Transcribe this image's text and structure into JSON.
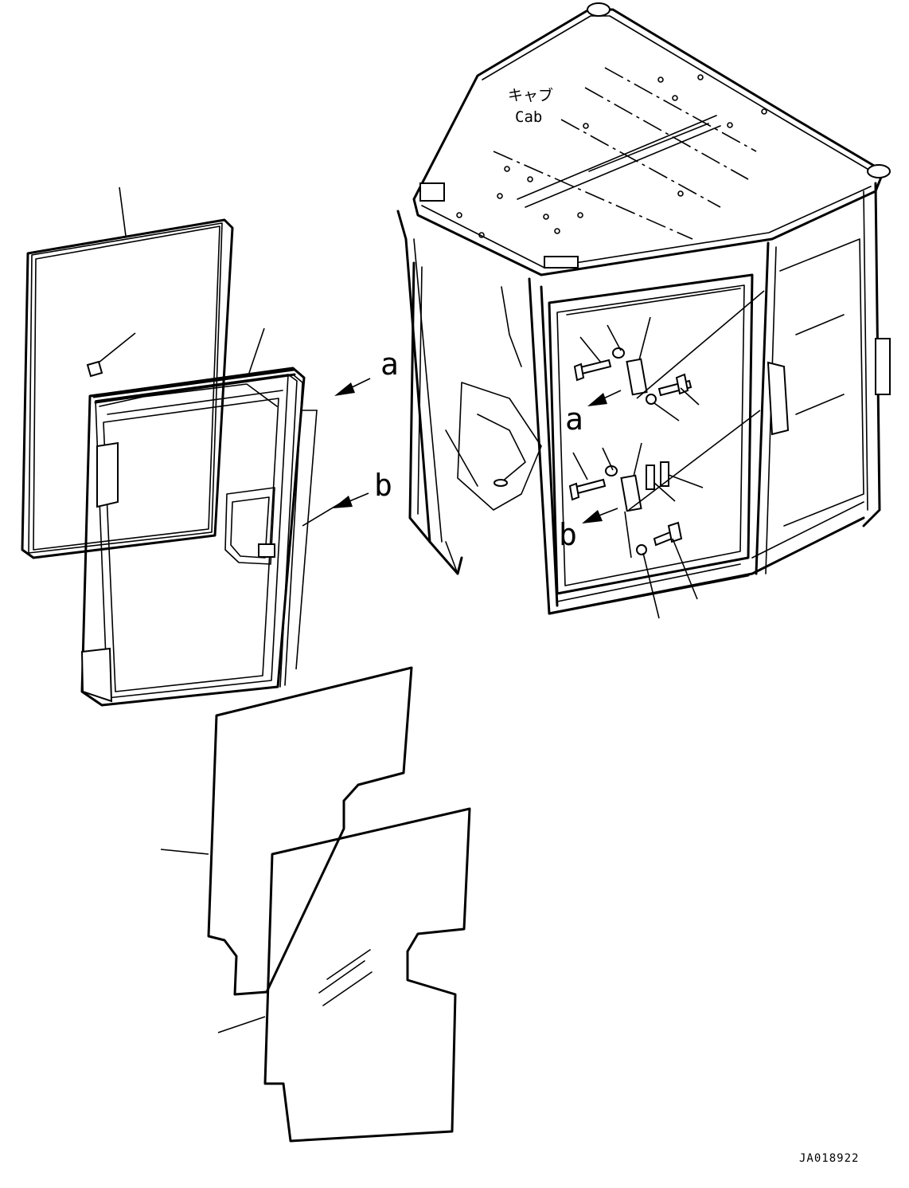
{
  "labels": {
    "cab_jp": "キャブ",
    "cab_en": "Cab",
    "ref_a_door": "a",
    "ref_b_door": "b",
    "ref_a_cab": "a",
    "ref_b_cab": "b",
    "drawing_code": "JA018922"
  }
}
